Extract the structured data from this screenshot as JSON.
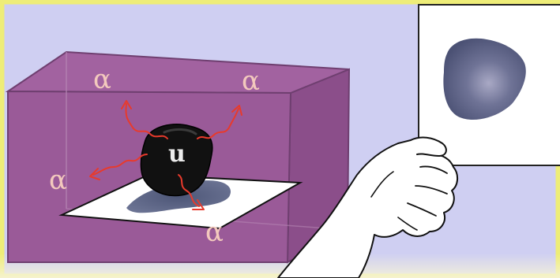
{
  "diagram": {
    "labels": {
      "alpha_symbol": "α",
      "uranium_symbol": "u"
    },
    "colors": {
      "background": "#cfcff2",
      "box_front": "#9a5a98",
      "box_top": "#9f5f9c",
      "box_side": "#8b4e8a",
      "rock": "#111111",
      "radiation_arrows": "#e83a2c",
      "alpha_text": "#f3c9bd",
      "film_image": "#4e5578",
      "border_glow": "#f1f06a"
    },
    "elements": [
      "radioactive-rock",
      "photographic-plate",
      "alpha-particle-emission",
      "developed-film-image",
      "hand-holding-film"
    ]
  }
}
